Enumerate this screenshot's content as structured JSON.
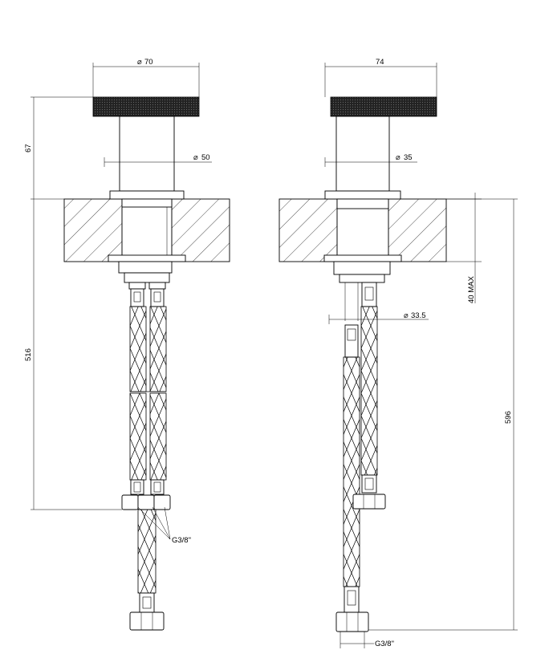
{
  "drawing": {
    "front_view": {
      "dim_top_width": "70",
      "dim_stem_diameter": "50",
      "dim_height_above_counter": "67",
      "dim_length_below": "516",
      "thread_label": "G3/8\""
    },
    "side_view": {
      "dim_top_width": "74",
      "dim_stem_diameter": "35",
      "dim_hole_diameter": "33.5",
      "dim_counter_max": "40 MAX",
      "dim_total_length": "596",
      "thread_label": "G3/8\""
    },
    "symbols": {
      "diameter": "⌀"
    }
  }
}
